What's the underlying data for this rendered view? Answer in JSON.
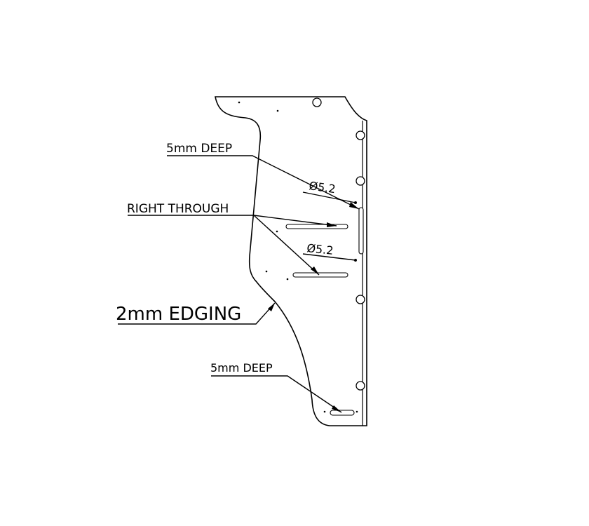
{
  "labels": {
    "deep_top": "5mm DEEP",
    "right_through": "RIGHT THROUGH",
    "edging": "2mm EDGING",
    "deep_bottom": "5mm DEEP",
    "dia_upper": "Ø5.2",
    "dia_lower": "Ø5.2"
  },
  "colors": {
    "line": "#000000",
    "background": "#ffffff"
  }
}
